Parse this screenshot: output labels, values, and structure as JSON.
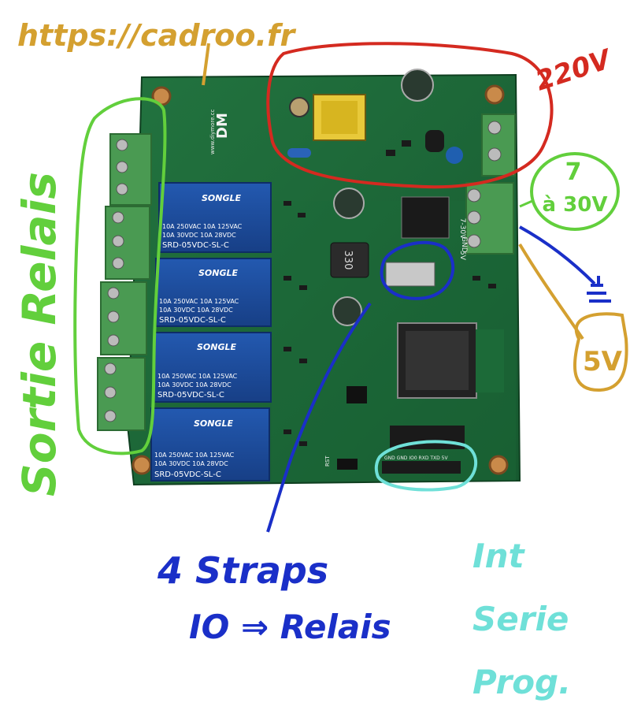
{
  "annotations": {
    "url": "https://cadroo.fr",
    "mains_voltage": "220V",
    "supply_range_line1": "7",
    "supply_range_line2": "à 30V",
    "five_volt": "5V",
    "relay_outputs": "Sortie Relais",
    "straps_line1": "4 Straps",
    "straps_line2": "IO ⇒ Relais",
    "serial_line1": "Int",
    "serial_line2": "Serie",
    "serial_line3": "Prog."
  },
  "board": {
    "brand": "DM",
    "website": "www.diymore.cc",
    "terminal_labels": [
      "7-30V",
      "GND",
      "5V"
    ],
    "serial_header_labels": "GND GND IO0 RXD TXD 5V",
    "reset_label": "RST",
    "inductor_marking": "330",
    "relays": [
      {
        "brand": "SONGLE",
        "rating1": "10A 250VAC  10A 125VAC",
        "rating2": "10A  30VDC  10A 28VDC",
        "model": "SRD-05VDC-SL-C"
      },
      {
        "brand": "SONGLE",
        "rating1": "10A 250VAC  10A 125VAC",
        "rating2": "10A  30VDC  10A 28VDC",
        "model": "SRD-05VDC-SL-C"
      },
      {
        "brand": "SONGLE",
        "rating1": "10A 250VAC  10A 125VAC",
        "rating2": "10A  30VDC  10A 28VDC",
        "model": "SRD-05VDC-SL-C"
      },
      {
        "brand": "SONGLE",
        "rating1": "10A 250VAC  10A 125VAC",
        "rating2": "10A  30VDC  10A 28VDC",
        "model": "SRD-05VDC-SL-C"
      }
    ]
  },
  "colors": {
    "pcb": "#1f6b3a",
    "pcb_dark": "#15502b",
    "terminal": "#4a9a52",
    "relay": "#1d4f9e",
    "red_ink": "#d42a20",
    "gold_ink": "#d4a030",
    "green_ink": "#62cf3c",
    "blue_ink": "#1a2fc8",
    "cyan_ink": "#6fe0d8"
  }
}
